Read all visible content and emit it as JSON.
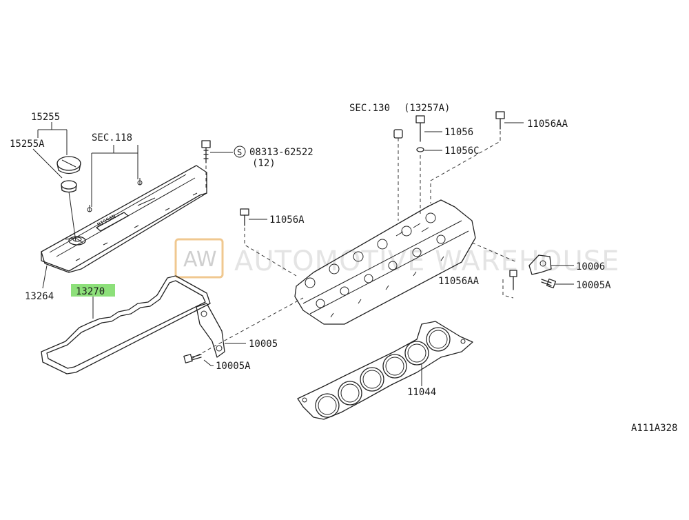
{
  "diagram": {
    "reference_code": "A111A328",
    "watermark": {
      "abbr": "AW",
      "text": "AUTOMOTIVE WAREHOUSE"
    },
    "highlight_color": "#8de07a",
    "labels": {
      "p15255": "15255",
      "p15255A": "15255A",
      "sec118": "SEC.118",
      "p08313": "08313-62522",
      "p08313_qty": "(12)",
      "p13264": "13264",
      "p13270": "13270",
      "sec130": "SEC.130",
      "sec130_ref": "(13257A)",
      "p11056": "11056",
      "p11056C": "11056C",
      "p11056AA_top": "11056AA",
      "p11056A": "11056A",
      "p10006": "10006",
      "p10005A_right": "10005A",
      "p11056AA_mid": "11056AA",
      "p10005": "10005",
      "p10005A_left": "10005A",
      "p11044": "11044"
    }
  }
}
